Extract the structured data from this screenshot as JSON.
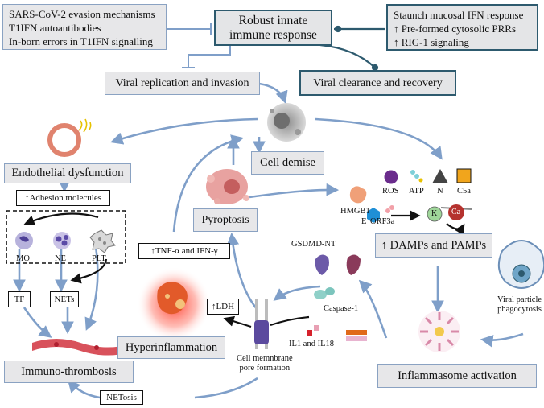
{
  "nodes": {
    "evasion": [
      "SARS-CoV-2 evasion mechanisms",
      "T1IFN autoantibodies",
      "In-born errors in T1IFN signalling"
    ],
    "robust_innate": [
      "Robust innate",
      "immune  response"
    ],
    "staunch": [
      "Staunch mucosal IFN response",
      "↑ Pre-formed cytosolic PRRs",
      "↑ RIG-1 signaling"
    ],
    "viral_replication": "Viral replication and invasion",
    "viral_clearance": "Viral clearance and recovery",
    "cell_demise": "Cell demise",
    "endothelial": "Endothelial dysfunction",
    "adhesion": "↑Adhesion molecules",
    "pyroptosis": "Pyroptosis",
    "tnf": "↑TNF-α and IFN-γ",
    "damps": "↑ DAMPs and PAMPs",
    "hyperinflammation": "Hyperinflammation",
    "ldh": "↑LDH",
    "inflammasome": "Inflammasome activation",
    "immunothrombosis": "Immuno-thrombosis",
    "netosis": "NETosis",
    "tf": "TF",
    "nets": "NETs"
  },
  "labels": {
    "mo": "MO",
    "ne": "NE",
    "plt": "PLT",
    "ros": "ROS",
    "atp": "ATP",
    "n": "N",
    "c5a": "C5a",
    "hmgb1": "HMGB1",
    "e": "E",
    "orf3a": "ORF3a",
    "k": "K",
    "ca": "Ca",
    "gsdmd": "GSDMD-NT",
    "caspase": "Caspase-1",
    "il": "IL1 and IL18",
    "membrane": [
      "Cell memnbrane",
      "pore formation"
    ],
    "phago": [
      "Viral particle",
      "phagocytosis"
    ]
  },
  "colors": {
    "arrow": "#7f9fc9",
    "dark_border": "#2d5a6e",
    "box_fill": "#e7e7e9",
    "ros": "#6a2c8c",
    "n_triangle": "#444444",
    "c5a": "#f1a51c",
    "e_hex": "#1f8fd6",
    "k_circle": "#9fd69a",
    "ca_circle": "#b5322e",
    "membrane": "#5b4a9e",
    "hyper_glow": "#ff3b2f"
  }
}
